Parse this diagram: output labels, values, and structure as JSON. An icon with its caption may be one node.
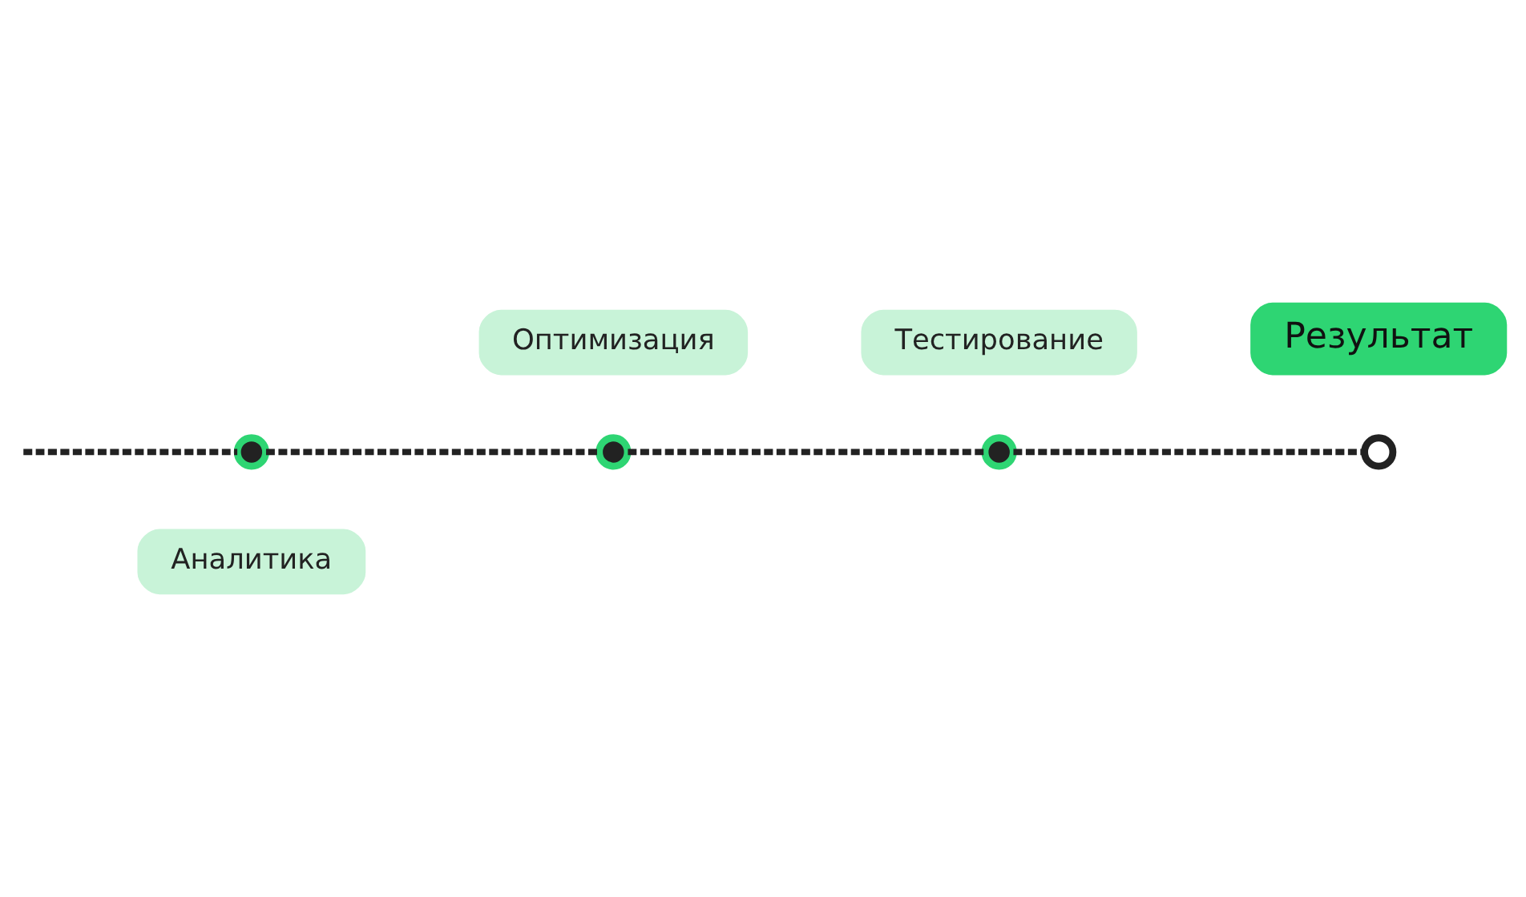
{
  "diagram": {
    "nodes": [
      {
        "text": [
          "Аналитика"
        ]
      },
      {
        "text": [],
        "shape": "circle"
      },
      {
        "text": [
          "Оптимизация"
        ]
      },
      {
        "text": [],
        "shape": "circle"
      },
      {
        "text": [
          "Тестирование"
        ]
      },
      {
        "text": [],
        "shape": "circle"
      },
      {
        "text": [
          "Результат"
        ]
      },
      {
        "text": [],
        "shape": "circle"
      }
    ],
    "edges": [
      {
        "from": null,
        "to": 1,
        "arrow": "none",
        "style": "dashed"
      },
      {
        "from": 1,
        "to": 3,
        "arrow": "none",
        "style": "dashed"
      },
      {
        "from": 3,
        "to": 5,
        "arrow": "none",
        "style": "dashed"
      },
      {
        "from": 5,
        "to": 7,
        "arrow": "none",
        "style": "dashed"
      }
    ]
  }
}
